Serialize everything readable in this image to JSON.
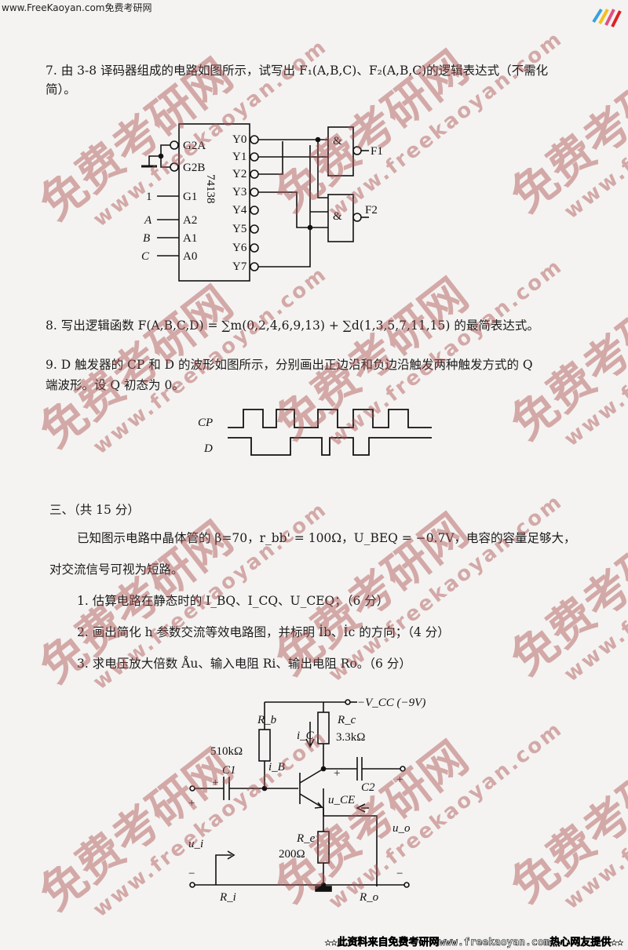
{
  "header": {
    "site": "www.FreeKaoyan.com免费考研网"
  },
  "watermark": {
    "cn": "免费考研网",
    "en": "www.freekaoyan.com"
  },
  "q7": {
    "line1": "7. 由 3-8 译码器组成的电路如图所示，试写出 F₁(A,B,C)、F₂(A,B,C)的逻辑表达式（不需化",
    "line2": "简）。",
    "chip": "74138",
    "inputs": [
      "G2A",
      "G2B",
      "G1",
      "A2",
      "A1",
      "A0"
    ],
    "input_signals": [
      "1",
      "A",
      "B",
      "C"
    ],
    "outputs": [
      "Y0",
      "Y1",
      "Y2",
      "Y3",
      "Y4",
      "Y5",
      "Y6",
      "Y7"
    ],
    "gate": "&",
    "f1": "F1",
    "f2": "F2"
  },
  "q8": {
    "text": "8. 写出逻辑函数 F(A,B,C,D) = ∑m(0,2,4,6,9,13) + ∑d(1,3,5,7,11,15) 的最简表达式。"
  },
  "q9": {
    "line1": "9. D 触发器的 CP 和 D 的波形如图所示，分别画出正边沿和负边沿触发两种触发方式的 Q",
    "line2": "端波形。设 Q 初态为 0。",
    "cp": "CP",
    "d": "D"
  },
  "sec3": {
    "title": "三、（共 15 分）",
    "p1": "已知图示电路中晶体管的 β=70，r_bb' = 100Ω，U_BEQ = −0.7V，电容的容量足够大，",
    "p2": "对交流信号可视为短路。",
    "item1": "1. 估算电路在静态时的 I_BQ、I_CQ、U_CEQ；（6 分）",
    "item2": "2. 画出简化 h 参数交流等效电路图，并标明 İb、İc 的方向；（4 分）",
    "item3": "3. 求电压放大倍数 Åu、输入电阻 Ri、输出电阻 Ro。（6 分）"
  },
  "circuit2": {
    "vcc": "−V_CC (−9V)",
    "rb": "R_b",
    "rb_val": "510kΩ",
    "rc": "R_c",
    "rc_val": "3.3kΩ",
    "re": "R_e",
    "re_val": "200Ω",
    "c1": "C1",
    "c2": "C2",
    "ic": "i_C",
    "ib": "i_B",
    "uce": "u_CE",
    "ui": "u_i",
    "uo": "u_o",
    "ri": "R_i",
    "ro": "R_o",
    "plus": "+",
    "minus": "−"
  },
  "footer": {
    "text": "★★此资料来自免费考研网www.freekaoyan.com热心网友提供★★"
  }
}
